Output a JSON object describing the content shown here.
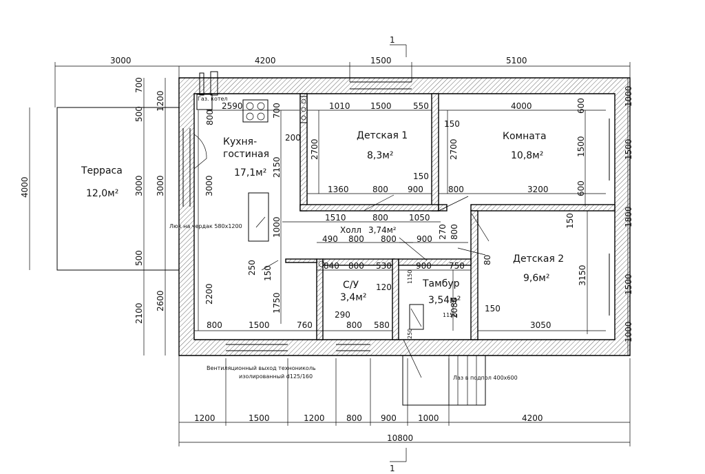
{
  "rooms": {
    "terrace": {
      "name": "Терраса",
      "area": "12,0м²"
    },
    "kitchen": {
      "name1": "Кухня-",
      "name2": "гостиная",
      "area": "17,1м²"
    },
    "kids1": {
      "name": "Детская 1",
      "area": "8,3м²"
    },
    "room": {
      "name": "Комната",
      "area": "10,8м²"
    },
    "hall": {
      "name": "Холл",
      "area": "3,74м²"
    },
    "kids2": {
      "name": "Детская 2",
      "area": "9,6м²"
    },
    "bath": {
      "name": "С/У",
      "area": "3,4м²"
    },
    "vestibule": {
      "name": "Тамбур",
      "area": "3,54м²"
    }
  },
  "section_mark": "1",
  "boiler_label": "Газ. котел",
  "notes": {
    "hatch": "Люк на чердак 580х1200",
    "vent1": "Вентиляционный выход технониколь",
    "vent2": "изолированный d125/160",
    "floor_hatch": "Лаз в подпол 400х600"
  },
  "dims_top": [
    "3000",
    "4200",
    "1500",
    "5100"
  ],
  "dims_bottom": [
    "1200",
    "1500",
    "1200",
    "800",
    "900",
    "1000",
    "4200"
  ],
  "dim_total": "10800",
  "dims_left_outer": [
    "4000"
  ],
  "dims_left": [
    "700",
    "500",
    "3000",
    "500",
    "2100"
  ],
  "dims_left2": [
    "1200",
    "3000",
    "2600"
  ],
  "dims_right": [
    "1000",
    "1500",
    "1800",
    "1500",
    "1000"
  ],
  "dims_inner": {
    "k_top": "2590",
    "k_700": "700",
    "k_800": "800",
    "k_2150": "2150",
    "k_3000": "3000",
    "k_1000": "1000",
    "k_2200": "2200",
    "k_1750": "1750",
    "k_250": "250",
    "k_150": "150",
    "k_200": "200",
    "k_800b": "800",
    "k_1500b": "1500",
    "k_760": "760",
    "d1_1010": "1010",
    "d1_1500": "1500",
    "d1_550": "550",
    "d1_2700": "2700",
    "d1_1360": "1360",
    "d1_800": "800",
    "d1_900": "900",
    "d1_150a": "150",
    "d1_150b": "150",
    "r_4000": "4000",
    "r_600a": "600",
    "r_2700": "2700",
    "r_1500": "1500",
    "r_600b": "600",
    "r_800": "800",
    "r_3200": "3200",
    "h_1510": "1510",
    "h_800": "800",
    "h_1050": "1050",
    "h_270": "270",
    "h_490": "490",
    "h_800a": "800",
    "h_800b": "800",
    "h_900": "900",
    "h_800v": "800",
    "b_840": "840",
    "b_800": "800",
    "b_530": "530",
    "b_120": "120",
    "b_290": "290",
    "b_800b": "800",
    "b_580": "580",
    "v_900": "900",
    "v_750": "750",
    "v_2080": "2080",
    "v_1150a": "1150",
    "v_1150b": "1150",
    "v_250": "250",
    "v_80": "80",
    "k2_150a": "150",
    "k2_3150": "3150",
    "k2_150b": "150",
    "k2_3050": "3050"
  }
}
